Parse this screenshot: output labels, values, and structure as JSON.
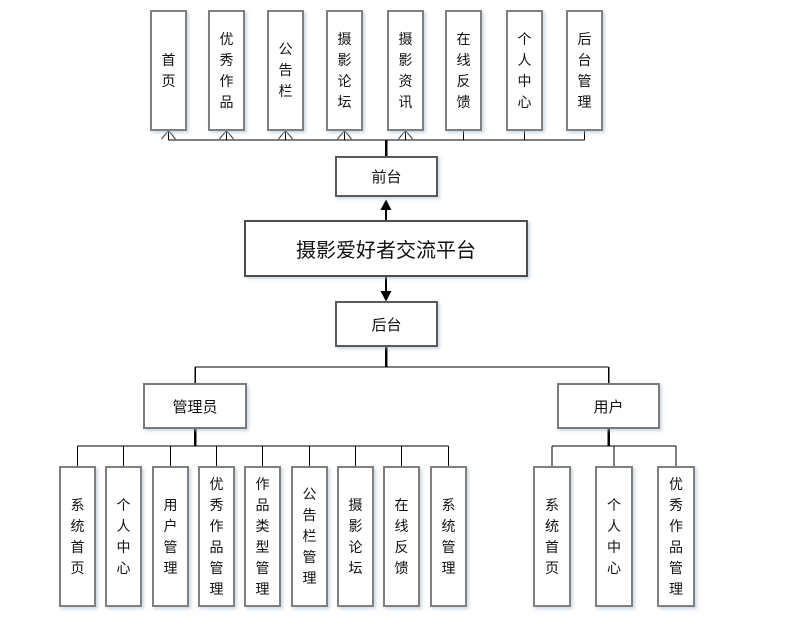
{
  "root": {
    "label": "摄影爱好者交流平台"
  },
  "front": {
    "label": "前台",
    "items": [
      {
        "label": "首页"
      },
      {
        "label": "优秀作品"
      },
      {
        "label": "公告栏"
      },
      {
        "label": "摄影论坛"
      },
      {
        "label": "摄影资讯"
      },
      {
        "label": "在线反馈"
      },
      {
        "label": "个人中心"
      },
      {
        "label": "后台管理"
      }
    ]
  },
  "back": {
    "label": "后台"
  },
  "admin": {
    "label": "管理员",
    "items": [
      {
        "label": "系统首页"
      },
      {
        "label": "个人中心"
      },
      {
        "label": "用户管理"
      },
      {
        "label": "优秀作品管理"
      },
      {
        "label": "作品类型管理"
      },
      {
        "label": "公告栏管理"
      },
      {
        "label": "摄影论坛"
      },
      {
        "label": "在线反馈"
      },
      {
        "label": "系统管理"
      }
    ]
  },
  "user": {
    "label": "用户",
    "items": [
      {
        "label": "系统首页"
      },
      {
        "label": "个人中心"
      },
      {
        "label": "优秀作品管理"
      }
    ]
  },
  "colors": {
    "line": "#000000",
    "arrowhead_open": "#3f3f3f",
    "narrow_box_border": "#808080",
    "wide_box_border": "#595959",
    "background": "#ffffff",
    "text": "#111111"
  }
}
